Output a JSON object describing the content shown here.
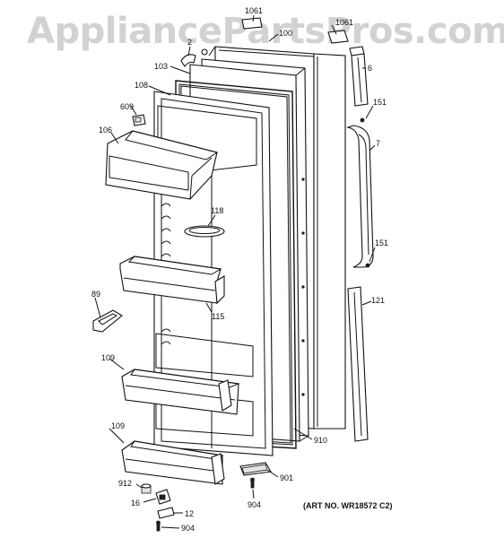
{
  "watermark": "AppliancePartsPros.com",
  "art_number": "(ART NO. WR18572 C2)",
  "callouts": {
    "c1061a": "1061",
    "c1061b": "1061",
    "c100": "100",
    "c2": "2",
    "c103": "103",
    "c6": "6",
    "c108": "108",
    "c609": "609",
    "c151a": "151",
    "c106": "106",
    "c7": "7",
    "c118": "118",
    "c151b": "151",
    "c89": "89",
    "c121": "121",
    "c115": "115",
    "c109a": "109",
    "c109b": "109",
    "c910": "910",
    "c901": "901",
    "c912": "912",
    "c904a": "904",
    "c16": "16",
    "c12": "12",
    "c904b": "904"
  }
}
